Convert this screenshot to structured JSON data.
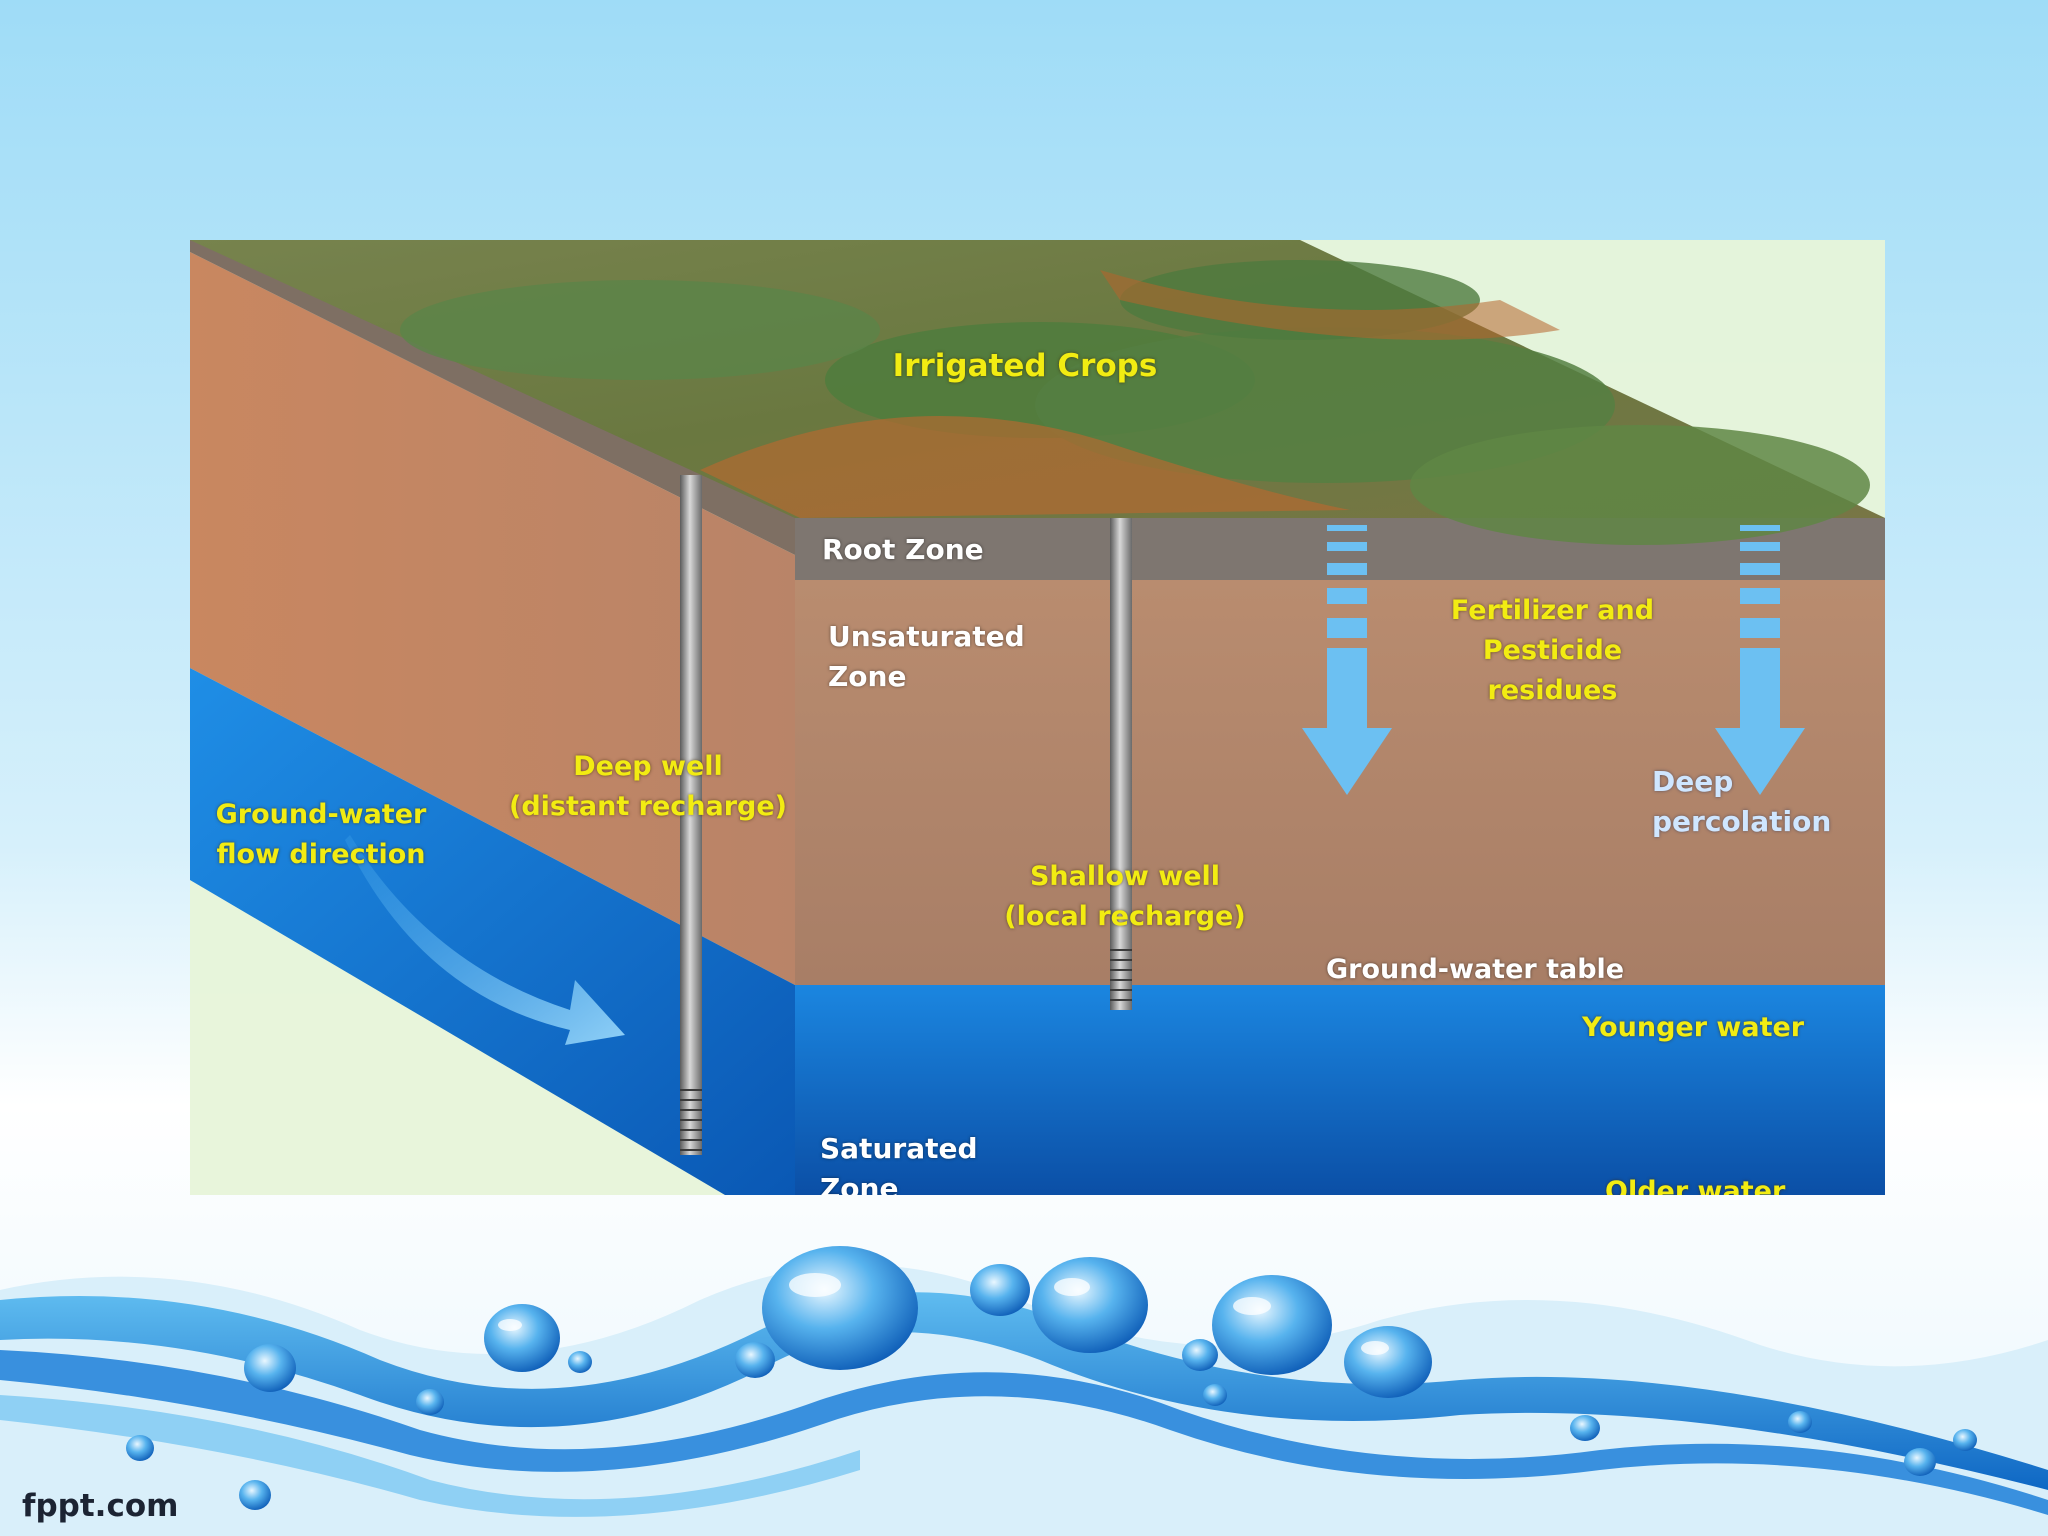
{
  "diagram": {
    "title_crops": "Irrigated Crops",
    "root_zone": "Root Zone",
    "unsaturated_zone": [
      "Unsaturated",
      "Zone"
    ],
    "fertilizer": [
      "Fertilizer and",
      "Pesticide",
      "residues"
    ],
    "deep_percolation": [
      "Deep",
      "percolation"
    ],
    "deep_well": [
      "Deep well",
      "(distant recharge)"
    ],
    "gw_flow": [
      "Ground-water",
      "flow direction"
    ],
    "shallow_well": [
      "Shallow well",
      "(local recharge)"
    ],
    "gw_table": "Ground-water table",
    "younger_water": "Younger water",
    "saturated_zone": [
      "Saturated",
      "Zone"
    ],
    "older_water": "Older water"
  },
  "footer": {
    "brand": "fppt.com"
  },
  "colors": {
    "sky_top": "#9fdcf7",
    "soil": "#b88465",
    "water": "#0f6ec9",
    "label_yellow": "#f2ec12",
    "pipe": "#8a8a8a",
    "arrow": "#6cc0f2"
  }
}
